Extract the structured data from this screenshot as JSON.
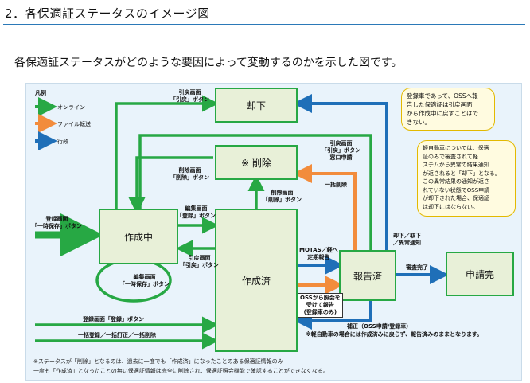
{
  "section_title": "2．各保適証ステータスのイメージ図",
  "lead_text": "各保適証ステータスがどのような要因によって変動するのかを示した図です。",
  "legend": {
    "title": "凡例",
    "items": [
      {
        "label": "オンライン",
        "color": "#27a844"
      },
      {
        "label": "ファイル転送",
        "color": "#f28c3c"
      },
      {
        "label": "行政",
        "color": "#1f6fb8"
      }
    ]
  },
  "boxes": {
    "kyakka": "却下",
    "sakujo": "※ 削除",
    "sakusei_chu": "作成中",
    "sakusei_zumi": "作成済",
    "hokoku_zumi": "報告済",
    "shinsei_kan": "申請完"
  },
  "labels": {
    "hikimodoshi_top_1": "引戻画面",
    "hikimodoshi_top_2": "「引戻」ボタン",
    "hikimodoshi_mid_1": "引戻画面",
    "hikimodoshi_mid_2": "「引戻」ボタン",
    "hikimodoshi_mid_3": "窓口申請",
    "sakujo_left_1": "削除画面",
    "sakujo_left_2": "「削除」ボタン",
    "henshu_toroku_1": "編集画面",
    "henshu_toroku_2": "「登録」ボタン",
    "sakujo_mid_1": "削除画面",
    "sakujo_mid_2": "「削除」ボタン",
    "ikkatsu_sakujo": "一括削除",
    "toroku_ichiji_1": "登録画面",
    "toroku_ichiji_2": "「一時保存」ボタン",
    "hikimodoshi_low_1": "引戻画面",
    "hikimodoshi_low_2": "「引戻」ボタン",
    "henshu_ichiji_1": "編集画面",
    "henshu_ichiji_2": "「一時保存」ボタン",
    "motas_1": "MOTAS／軽へ",
    "motas_2": "定期報告",
    "oss_1": "OSSから照会を",
    "oss_2": "受けて報告",
    "oss_3": "(登録車のみ)",
    "kyakka_right_1": "却下／取下",
    "kyakka_right_2": "／異常通知",
    "shinsa_kanryo": "審査完了",
    "toroku_toroku": "登録画面「登録」ボタン",
    "ikkatsu": "一括登録／一括訂正／一括削除",
    "hosei_1": "補正（OSS申請/登録車）",
    "hosei_2": "※軽自動車の場合には作成済みに戻らず、報告済みのままとなります。"
  },
  "callouts": {
    "c1": [
      "登録車であって、OSSへ報",
      "告した保適証は引戻画面",
      "から作成中に戻すことはで",
      "きない。"
    ],
    "c2": [
      "軽自動車については、保適",
      "証のみで審査されて軽",
      "ステムから異常の結果通知",
      "が返されると「却下」となる。",
      "この異常結果の通知が返さ",
      "れていない状態でOSS申請",
      "が却下された場合、保適証",
      "は却下にはならない。"
    ]
  },
  "footnotes": [
    "※ステータスが「削除」となるのは、過去に一度でも「作成済」になったことのある保適証情報のみ",
    "一度も「作成済」となったことの無い保適証情報は完全に削除され、保適証照会機能で確認することができなくなる。"
  ],
  "colors": {
    "online": "#27a844",
    "file": "#f28c3c",
    "admin": "#1f6fb8",
    "box_fill": "#e8f0d8"
  }
}
